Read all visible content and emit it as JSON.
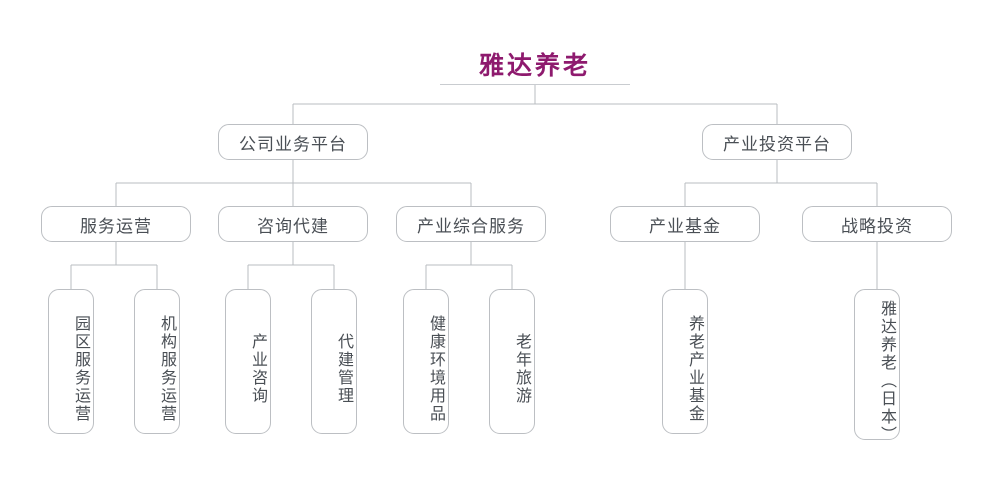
{
  "diagram": {
    "type": "organization-chart",
    "title": "雅达养老",
    "title_color": "#8e1a6e",
    "box_border_color": "#bcbfc3",
    "box_text_color": "#4a4f55",
    "connector_color": "#b9bcc0",
    "background": "#ffffff"
  },
  "root": {
    "label": "雅达养老"
  },
  "level2": [
    {
      "label": "公司业务平台"
    },
    {
      "label": "产业投资平台"
    }
  ],
  "level3": [
    {
      "label": "服务运营"
    },
    {
      "label": "咨询代建"
    },
    {
      "label": "产业综合服务"
    },
    {
      "label": "产业基金"
    },
    {
      "label": "战略投资"
    }
  ],
  "level4": [
    {
      "label": "园区服务运营"
    },
    {
      "label": "机构服务运营"
    },
    {
      "label": "产业咨询"
    },
    {
      "label": "代建管理"
    },
    {
      "label": "健康环境用品"
    },
    {
      "label": "老年旅游"
    },
    {
      "label": "养老产业基金"
    },
    {
      "label": "雅达养老（日本）"
    }
  ]
}
